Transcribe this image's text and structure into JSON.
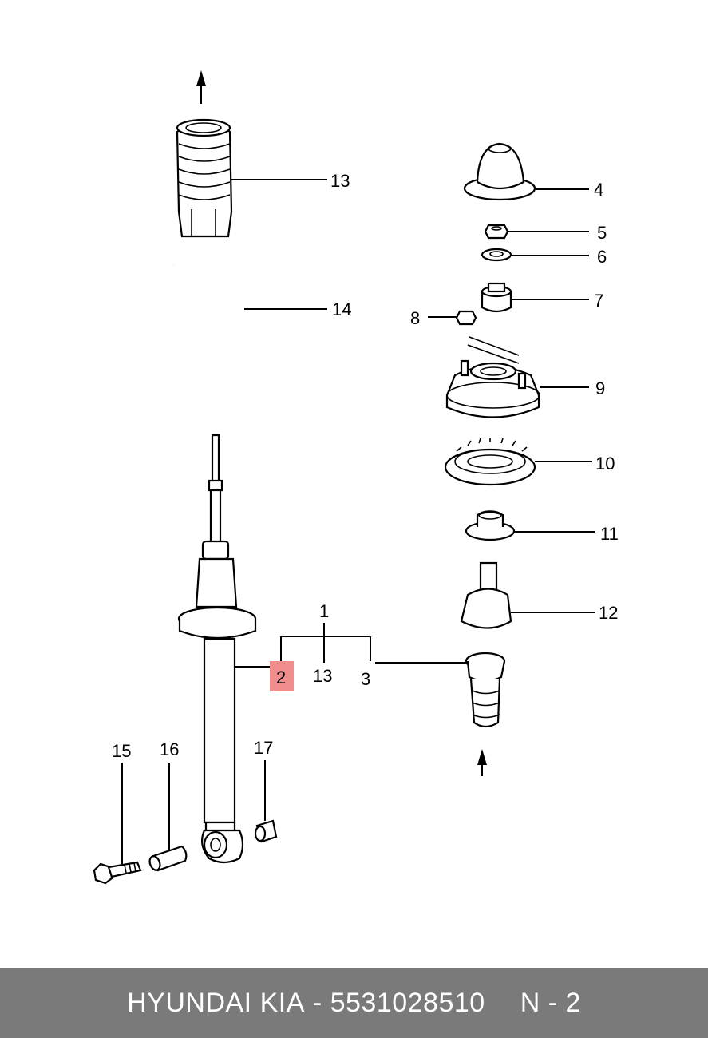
{
  "diagram": {
    "callouts": {
      "c1": "1",
      "c2": "2",
      "c3": "3",
      "c4": "4",
      "c5": "5",
      "c6": "6",
      "c7": "7",
      "c8": "8",
      "c9": "9",
      "c10": "10",
      "c11": "11",
      "c12": "12",
      "c13a": "13",
      "c13b": "13",
      "c14": "14",
      "c15": "15",
      "c16": "16",
      "c17": "17"
    },
    "highlight_color": "#f08c8c"
  },
  "footer": {
    "brand": "HYUNDAI KIA",
    "separator": " - ",
    "part_number": "5531028510",
    "page": "N - 2",
    "background": "#7a7a7a"
  }
}
